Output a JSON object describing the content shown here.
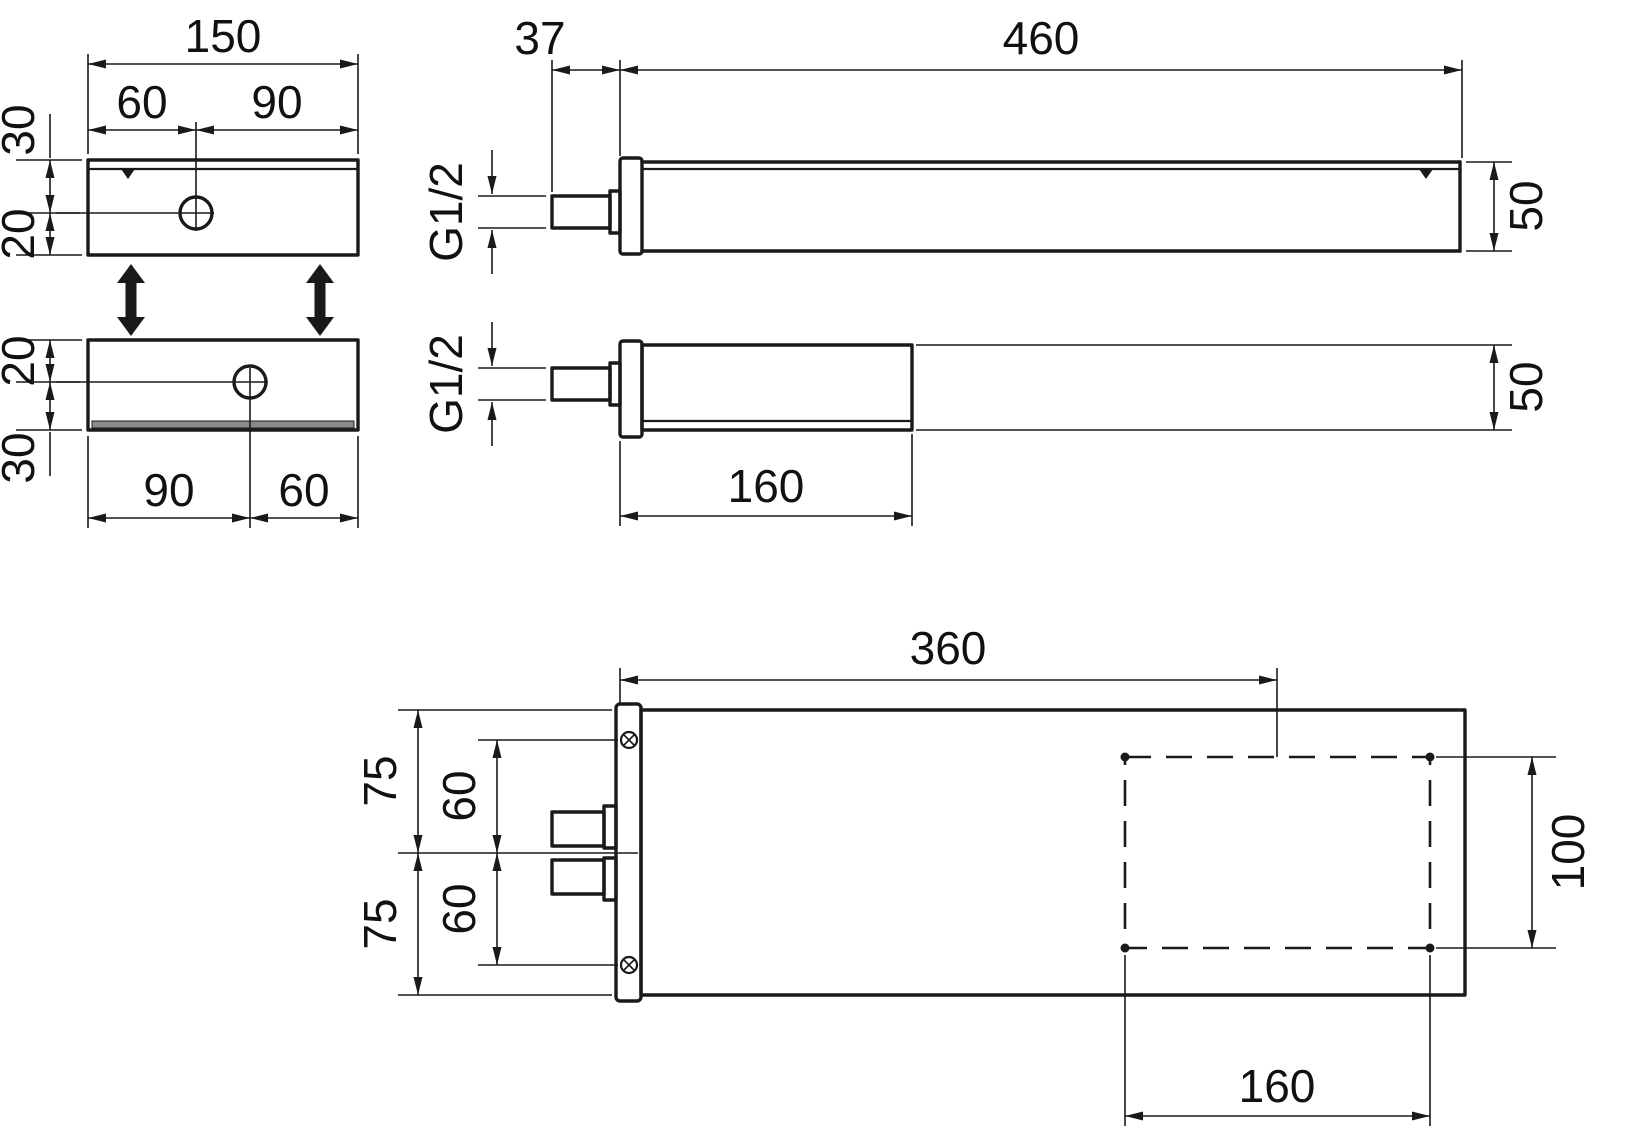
{
  "drawing": {
    "type": "technical-dimension-drawing",
    "front_view": {
      "dim_width_total": "150",
      "dim_hole_left": "60",
      "dim_hole_right": "90",
      "dim_30_upper": "30",
      "dim_20_upper": "20",
      "dim_20_lower": "20",
      "dim_30_lower": "30",
      "dim_hole_left_bottom": "90",
      "dim_hole_right_bottom": "60"
    },
    "side_view_top": {
      "dim_stub": "37",
      "dim_length": "460",
      "thread": "G1/2",
      "dim_height": "50"
    },
    "side_view_bottom": {
      "thread": "G1/2",
      "dim_height": "50",
      "dim_arm": "160"
    },
    "plan_view": {
      "dim_length": "360",
      "dim_75_top": "75",
      "dim_60_top": "60",
      "dim_75_bottom": "75",
      "dim_60_bottom": "60",
      "dim_outlet_width": "100",
      "dim_outlet_length": "160"
    },
    "colors": {
      "line": "#1a1a1a",
      "background": "#ffffff",
      "slot_fill": "#8a8a8a"
    }
  }
}
